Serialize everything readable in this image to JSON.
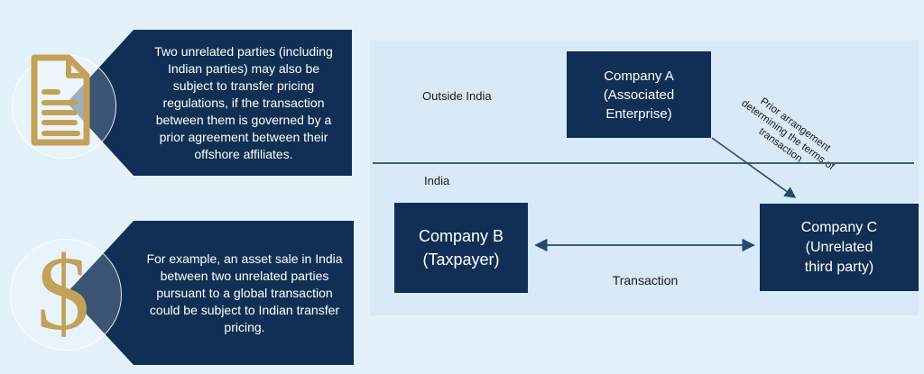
{
  "colors": {
    "navy": "#112F55",
    "gold": "#C4A159",
    "page_bg": "#E3F1FB",
    "panel_bg": "#D8E9F7",
    "arrow": "#24496E",
    "divider": "#42626E"
  },
  "callouts": [
    {
      "icon": "document-icon",
      "text": "Two unrelated parties (including Indian parties) may also be subject to transfer pricing regulations, if the transaction between them is governed by a prior agreement between their offshore affiliates."
    },
    {
      "icon": "dollar-icon",
      "glyph": "$",
      "text": "For example, an asset sale in India between two unrelated parties pursuant to a global transaction could be subject to Indian transfer pricing."
    }
  ],
  "diagram": {
    "outside_label": "Outside India",
    "india_label": "India",
    "nodes": {
      "a": "Company A\n(Associated\nEnterprise)",
      "b": "Company B\n(Taxpayer)",
      "c": "Company C\n(Unrelated\nthird party)"
    },
    "prior_arrangement_label": "Prior arrangement\ndetermining the terms of\ntransaction",
    "transaction_label": "Transaction"
  }
}
